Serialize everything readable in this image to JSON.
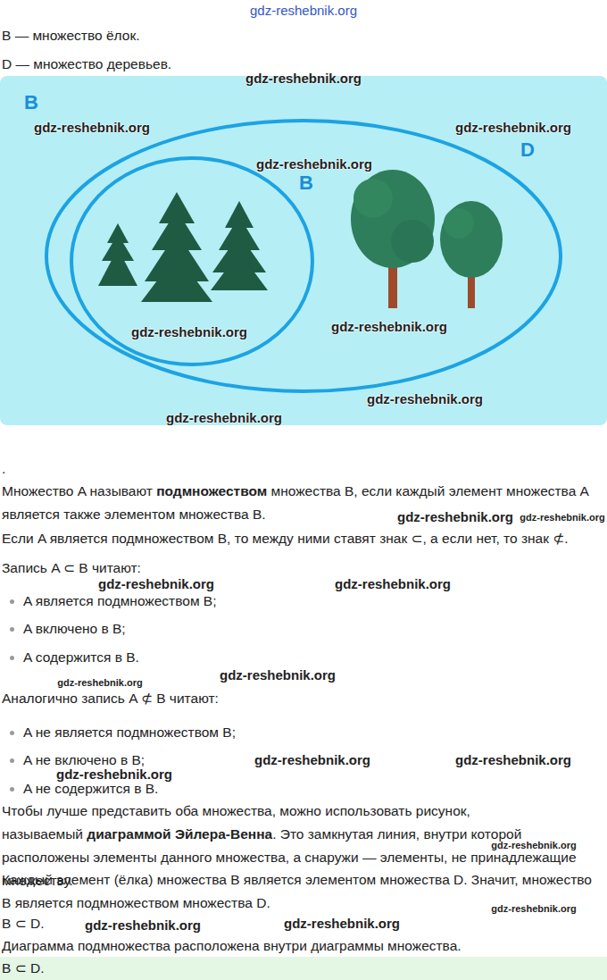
{
  "diagram": {
    "nodes": [
      {
        "text": [
          "B"
        ]
      },
      {
        "text": [
          "D"
        ],
        "in": 0
      },
      {
        "text": [
          "B"
        ],
        "in": 1
      }
    ],
    "labels": [
      "gdz-reshebnik.org",
      "B — множество ёлок.",
      "D — множество деревьев.",
      "gdz-reshebnik.org",
      "gdz-reshebnik.org",
      "gdz-reshebnik.org",
      "gdz-reshebnik.org",
      "gdz-reshebnik.org",
      "gdz-reshebnik.org",
      "gdz-reshebnik.org",
      "gdz-reshebnik.org",
      ".",
      "Множество A называют",
      "подмножеством",
      "множества B, если каждый элемент множества A является также элементом множества B.",
      "gdz-reshebnik.org",
      "gdz-reshebnik.org",
      "Если A является подмножеством B, то между ними ставят знак ⊂, а если нет, то знак ⊄.",
      "Запись A ⊂ B читают:",
      "gdz-reshebnik.org",
      "gdz-reshebnik.org",
      "A является подмножеством B;",
      "A включено в B;",
      "A содержится в B.",
      "gdz-reshebnik.org",
      "gdz-reshebnik.org",
      "Аналогично запись A ⊄ B читают:",
      "A не является подмножеством B;",
      "A не включено в B;",
      "gdz-reshebnik.org",
      "gdz-reshebnik.org",
      "gdz-reshebnik.org",
      "A не содержится в B.",
      "Чтобы лучше представить оба множества, можно использовать рисунок, называемый",
      "диаграммой Эйлера-Венна",
      ". Это замкнутая линия, внутри которой расположены элементы данного множества, а снаружи — элементы, не принадлежащие множеству.",
      "gdz-reshebnik.org",
      "Каждый элемент (ёлка) множества B является элементом множества D. Значит, множество B является подмножеством множества D.",
      "gdz-reshebnik.org",
      "B ⊂ D.",
      "gdz-reshebnik.org",
      "gdz-reshebnik.org",
      "Диаграмма подмножества расположена внутри диаграммы множества.",
      "B ⊂ D."
    ]
  }
}
